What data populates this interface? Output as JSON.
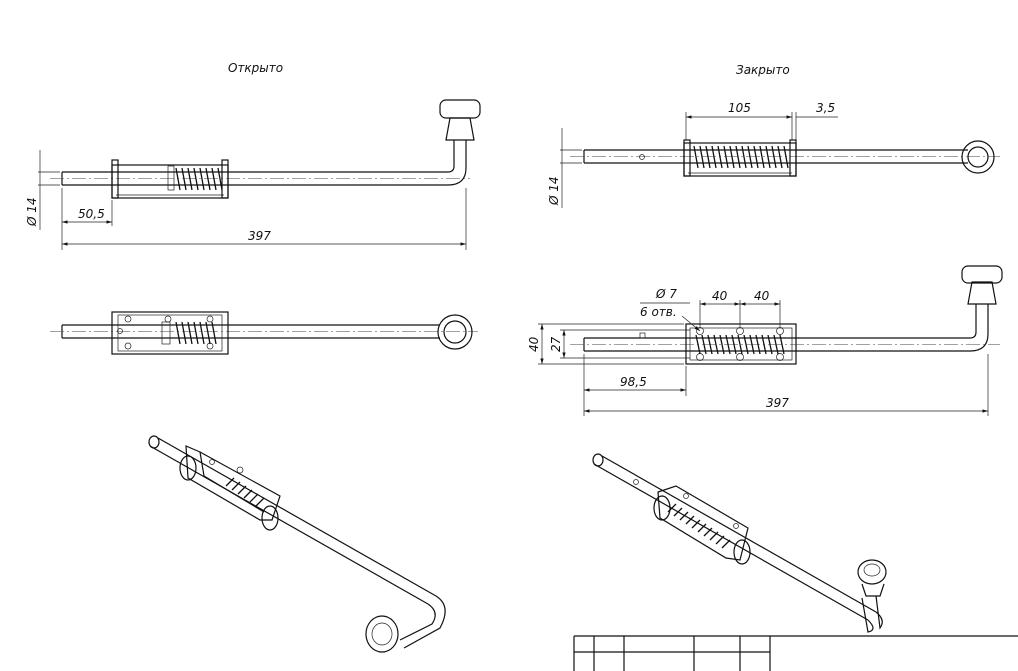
{
  "views": {
    "open_title": "Открыто",
    "closed_title": "Закрыто"
  },
  "dimensions": {
    "open_dia": "Ø 14",
    "open_offset": "50,5",
    "open_length": "397",
    "closed_dia": "Ø 14",
    "closed_bracket": "105",
    "closed_gap": "3,5",
    "hole_dia": "Ø 7",
    "hole_count": "6 отв.",
    "hole_pitch_1": "40",
    "hole_pitch_2": "40",
    "bracket_height": "40",
    "bracket_inner": "27",
    "closed_offset": "98,5",
    "closed_length": "397"
  },
  "colors": {
    "line": "#111111",
    "background": "#ffffff"
  }
}
